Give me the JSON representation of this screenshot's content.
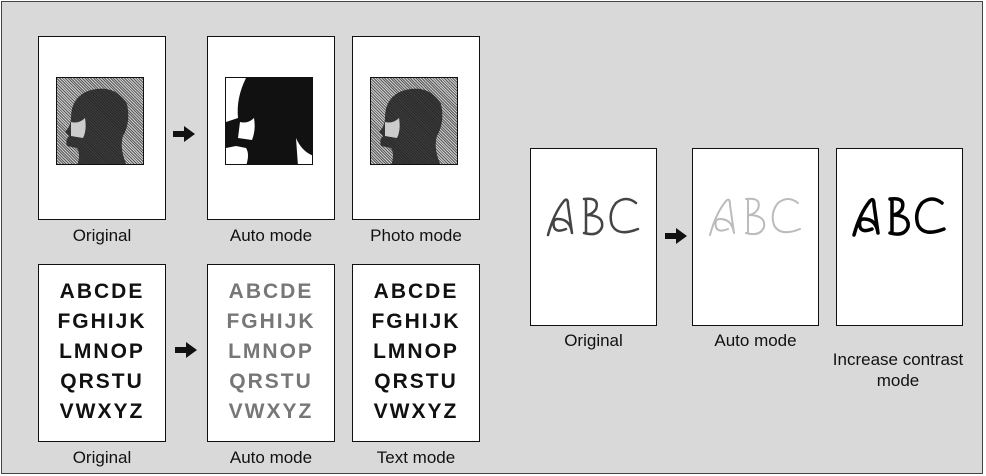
{
  "photo_row": {
    "captions": [
      "Original",
      "Auto mode",
      "Photo mode"
    ]
  },
  "text_row": {
    "captions": [
      "Original",
      "Auto mode",
      "Text mode"
    ],
    "letter_lines": [
      "ABCDE",
      "FGHIJK",
      "LMNOP",
      "QRSTU",
      "VWXYZ"
    ]
  },
  "abc_row": {
    "captions": [
      "Original",
      "Auto mode",
      "Increase contrast",
      "mode"
    ],
    "sample_text": "ABC"
  },
  "colors": {
    "background": "#d9d9d9",
    "panel": "#ffffff",
    "text_dark": "#111111",
    "text_gray": "#777777",
    "abc_light": "#bbbbbb",
    "abc_medium": "#444444"
  },
  "icons": [
    "arrow-right-icon"
  ]
}
